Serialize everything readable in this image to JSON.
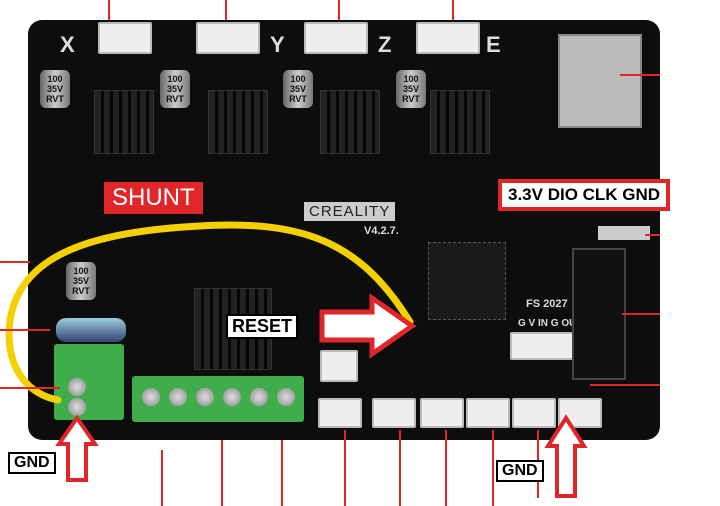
{
  "board": {
    "brand": "CREALITY",
    "version": "V4.2.7.",
    "chip_code": "FS 2027",
    "axes": [
      "X",
      "Y",
      "Z",
      "E"
    ],
    "bltouch_pins": "G V IN G OUT",
    "cap_label": "100\n35V\nRVT"
  },
  "annotations": {
    "shunt": "SHUNT",
    "swd_pins": "3.3V DIO CLK GND",
    "reset": "RESET",
    "gnd_left": "GND",
    "gnd_right": "GND"
  },
  "colors": {
    "accent": "#e1262a",
    "wire": "#f5d000",
    "board": "#0d0d0d"
  }
}
